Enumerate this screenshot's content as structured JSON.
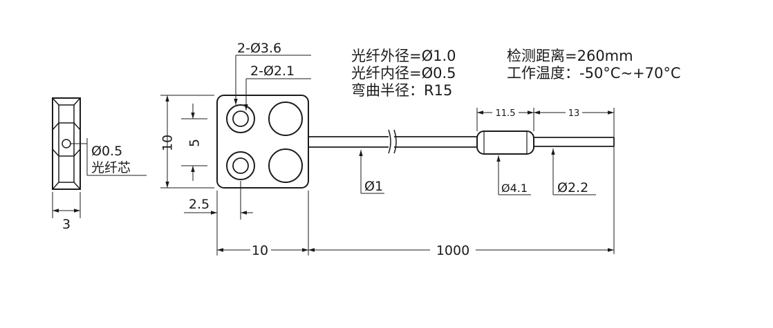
{
  "specs": {
    "fiber_outer": "光纤外径=Ø1.0",
    "fiber_inner": "光纤内径=Ø0.5",
    "bend_radius": "弯曲半径：R15",
    "detect_dist": "检测距离=260mm",
    "work_temp": "工作温度：-50°C~+70°C"
  },
  "side_view": {
    "core_dia": "Ø0.5",
    "core_label": "光纤芯",
    "thickness": "3"
  },
  "front_view": {
    "hole_a": "2-Ø3.6",
    "hole_b": "2-Ø2.1",
    "height": "10",
    "pitch": "5",
    "offset": "2.5",
    "width": "10"
  },
  "cable": {
    "length_total": "1000",
    "sleeve_len": "11.5",
    "tip_len": "13",
    "fiber_dia": "Ø1",
    "sleeve_dia": "Ø4.1",
    "tip_dia": "Ø2.2"
  },
  "colors": {
    "line": "#1a1a1a",
    "background": "#ffffff"
  }
}
